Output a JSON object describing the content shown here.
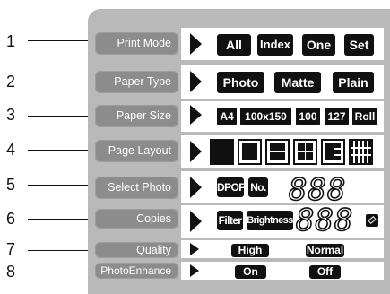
{
  "callouts": [
    "1",
    "2",
    "3",
    "4",
    "5",
    "6",
    "7",
    "8"
  ],
  "labels": {
    "print_mode": "Print Mode",
    "paper_type": "Paper Type",
    "paper_size": "Paper Size",
    "page_layout": "Page Layout",
    "select_photo": "Select Photo",
    "copies": "Copies",
    "quality": "Quality",
    "photo_enhance": "PhotoEnhance"
  },
  "print_mode": [
    "All",
    "Index",
    "One",
    "Set"
  ],
  "paper_type": [
    "Photo",
    "Matte",
    "Plain"
  ],
  "paper_size": [
    "A4",
    "100x150",
    "100",
    "127",
    "Roll"
  ],
  "page_layout_icons": [
    "full-page-icon",
    "bordered-page-icon",
    "two-up-icon",
    "four-up-icon",
    "mixed-layout-icon",
    "index-grid-icon"
  ],
  "select_photo": {
    "dpof": "DPOF",
    "no": "No.",
    "digits": "888"
  },
  "copies": {
    "filter": "Filter",
    "brightness": "Brightness",
    "digits": "888",
    "icon": "eraser-icon"
  },
  "quality": [
    "High",
    "Normal"
  ],
  "photo_enhance": [
    "On",
    "Off"
  ],
  "colors": {
    "panel": "#b9b9b9",
    "label_button": "#8c8c8c",
    "pill": "#111111"
  }
}
